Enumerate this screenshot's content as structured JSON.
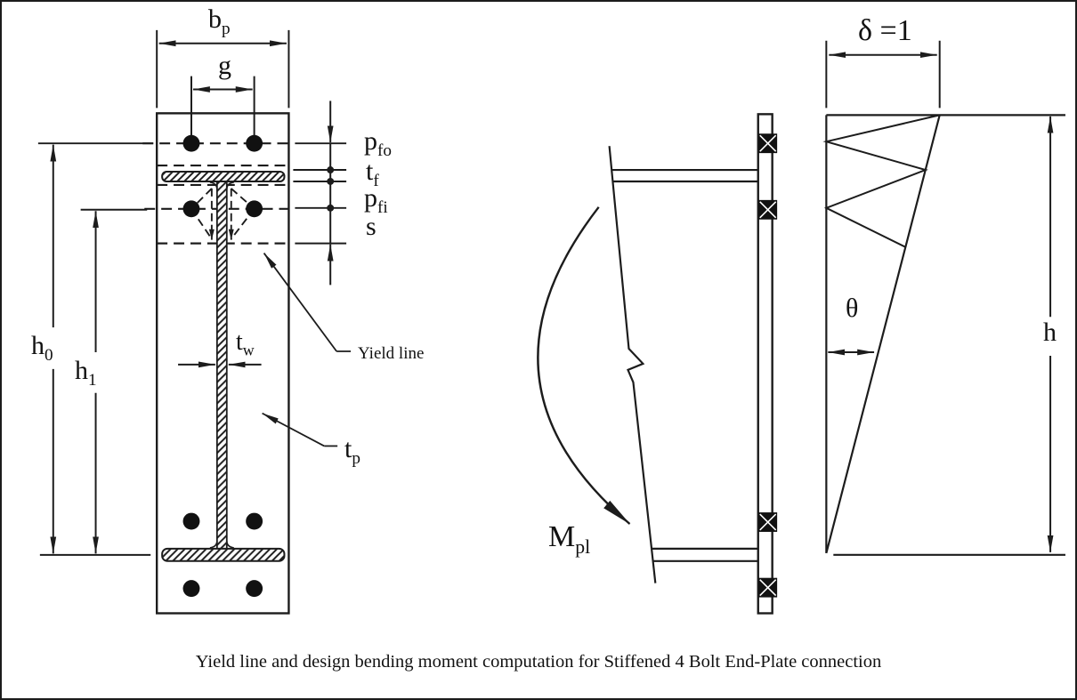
{
  "caption": "Yield line and design bending moment computation for Stiffened 4 Bolt End-Plate connection",
  "colors": {
    "ink": "#1c1c1c",
    "paper": "#ffffff"
  },
  "end_plate_view": {
    "labels": {
      "bp": {
        "base": "b",
        "sub": "p"
      },
      "g": "g",
      "pfo": {
        "base": "p",
        "sub": "fo"
      },
      "tf": {
        "base": "t",
        "sub": "f"
      },
      "pfi": {
        "base": "p",
        "sub": "fi"
      },
      "s": "s",
      "h0": {
        "base": "h",
        "sub": "0"
      },
      "h1": {
        "base": "h",
        "sub": "1"
      },
      "tw": {
        "base": "t",
        "sub": "w"
      },
      "tp": {
        "base": "t",
        "sub": "p"
      },
      "yield_line": "Yield line"
    }
  },
  "moment_view": {
    "labels": {
      "mpl": {
        "base": "M",
        "sub": "pl"
      }
    }
  },
  "mechanism_view": {
    "labels": {
      "delta": "δ =1",
      "theta": "θ",
      "h": "h"
    }
  }
}
